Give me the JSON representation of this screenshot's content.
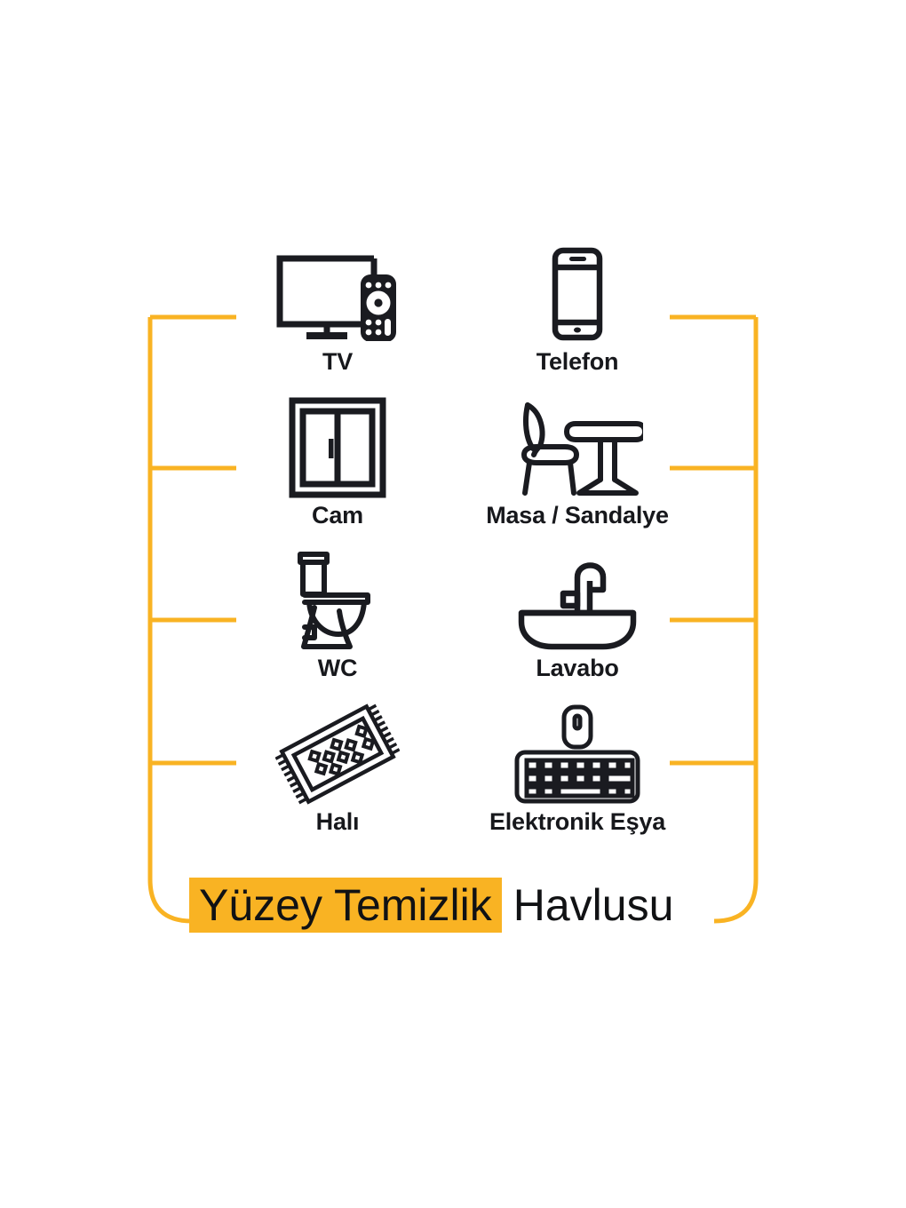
{
  "theme": {
    "background": "#ffffff",
    "accent_yellow": "#f9b323",
    "ink": "#17181c"
  },
  "bracket": {
    "name": "yellow-bracket-frame",
    "color": "#f9b323"
  },
  "grid": {
    "items": [
      {
        "id": "tv",
        "icon": "tv-icon",
        "label": "TV"
      },
      {
        "id": "telefon",
        "icon": "smartphone-icon",
        "label": "Telefon"
      },
      {
        "id": "cam",
        "icon": "window-icon",
        "label": "Cam"
      },
      {
        "id": "masa",
        "icon": "table-chair-icon",
        "label": "Masa / Sandalye"
      },
      {
        "id": "wc",
        "icon": "toilet-icon",
        "label": "WC"
      },
      {
        "id": "lavabo",
        "icon": "sink-icon",
        "label": "Lavabo"
      },
      {
        "id": "hali",
        "icon": "rug-icon",
        "label": "Halı"
      },
      {
        "id": "elektronik",
        "icon": "keyboard-mouse-icon",
        "label": "Elektronik Eşya"
      }
    ]
  },
  "banner": {
    "highlight_text": "Yüzey Temizlik",
    "plain_text": "Havlusu",
    "highlight_bg": "#f9b323"
  }
}
